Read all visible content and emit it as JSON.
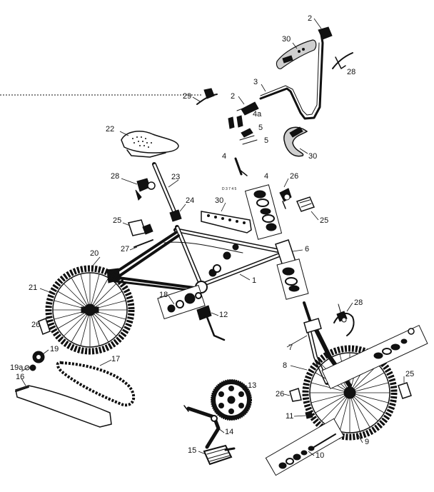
{
  "diagram": {
    "serial_mark": "D 3 7 4 5",
    "callouts": [
      {
        "id": "c-2a",
        "text": "2"
      },
      {
        "id": "c-30a",
        "text": "30"
      },
      {
        "id": "c-28a",
        "text": "28"
      },
      {
        "id": "c-3",
        "text": "3"
      },
      {
        "id": "c-2b",
        "text": "2"
      },
      {
        "id": "c-29",
        "text": "29"
      },
      {
        "id": "c-4a",
        "text": "4a"
      },
      {
        "id": "c-5a",
        "text": "5"
      },
      {
        "id": "c-5b",
        "text": "5"
      },
      {
        "id": "c-30b",
        "text": "30"
      },
      {
        "id": "c-22",
        "text": "22"
      },
      {
        "id": "c-4b",
        "text": "4"
      },
      {
        "id": "c-4c",
        "text": "4"
      },
      {
        "id": "c-28b",
        "text": "28"
      },
      {
        "id": "c-23",
        "text": "23"
      },
      {
        "id": "c-26a",
        "text": "26"
      },
      {
        "id": "c-24",
        "text": "24"
      },
      {
        "id": "c-30c",
        "text": "30"
      },
      {
        "id": "c-25a",
        "text": "25"
      },
      {
        "id": "c-25b",
        "text": "25"
      },
      {
        "id": "c-27",
        "text": "27"
      },
      {
        "id": "c-6",
        "text": "6"
      },
      {
        "id": "c-20",
        "text": "20"
      },
      {
        "id": "c-1",
        "text": "1"
      },
      {
        "id": "c-21",
        "text": "21"
      },
      {
        "id": "c-18",
        "text": "18"
      },
      {
        "id": "c-12",
        "text": "12"
      },
      {
        "id": "c-28c",
        "text": "28"
      },
      {
        "id": "c-26b",
        "text": "26"
      },
      {
        "id": "c-19",
        "text": "19"
      },
      {
        "id": "c-7",
        "text": "7"
      },
      {
        "id": "c-17",
        "text": "17"
      },
      {
        "id": "c-19a",
        "text": "19a"
      },
      {
        "id": "c-16",
        "text": "16"
      },
      {
        "id": "c-8",
        "text": "8"
      },
      {
        "id": "c-25c",
        "text": "25"
      },
      {
        "id": "c-13",
        "text": "13"
      },
      {
        "id": "c-26c",
        "text": "26"
      },
      {
        "id": "c-11",
        "text": "11"
      },
      {
        "id": "c-14",
        "text": "14"
      },
      {
        "id": "c-9",
        "text": "9"
      },
      {
        "id": "c-10",
        "text": "10"
      },
      {
        "id": "c-15",
        "text": "15"
      }
    ]
  }
}
